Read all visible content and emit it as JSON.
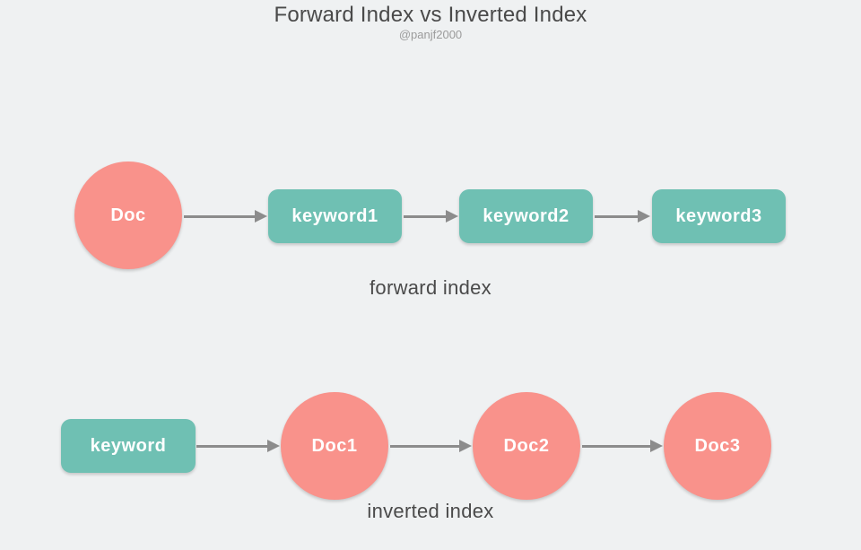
{
  "title": "Forward Index vs Inverted Index",
  "subtitle": "@panjf2000",
  "colors": {
    "pink": "#F9928B",
    "teal": "#6FC0B3",
    "arrow": "#8C8C8C",
    "background": "#EFF1F2",
    "caption_text": "#4A4A4A",
    "subtitle_text": "#9B9B9B",
    "node_text": "#FFFFFF"
  },
  "forward_index": {
    "caption": "forward index",
    "doc_node": "Doc",
    "keyword_nodes": [
      "keyword1",
      "keyword2",
      "keyword3"
    ]
  },
  "inverted_index": {
    "caption": "inverted index",
    "keyword_node": "keyword",
    "doc_nodes": [
      "Doc1",
      "Doc2",
      "Doc3"
    ]
  }
}
